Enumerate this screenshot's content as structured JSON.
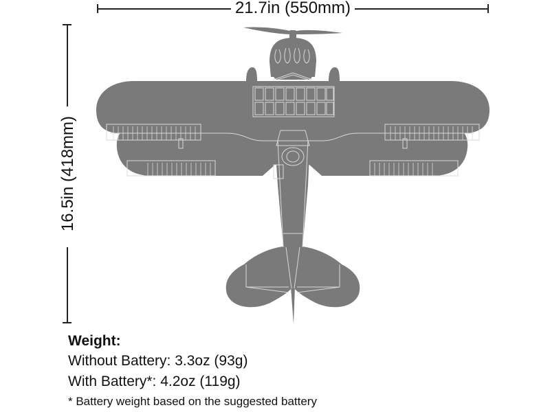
{
  "dimensions": {
    "wingspan_label": "21.7in (550mm)",
    "length_label": "16.5in (418mm)"
  },
  "aircraft": {
    "view": "top-down silhouette of biplane",
    "fill_color": "#7a7a7a",
    "line_color": "#d9d9d9"
  },
  "specs": {
    "title": "Weight:",
    "rows": [
      {
        "label": "Without Battery: 3.3oz (93g)"
      },
      {
        "label": "With Battery*: 4.2oz (119g)"
      }
    ],
    "footnote": "* Battery weight based on the suggested battery"
  }
}
